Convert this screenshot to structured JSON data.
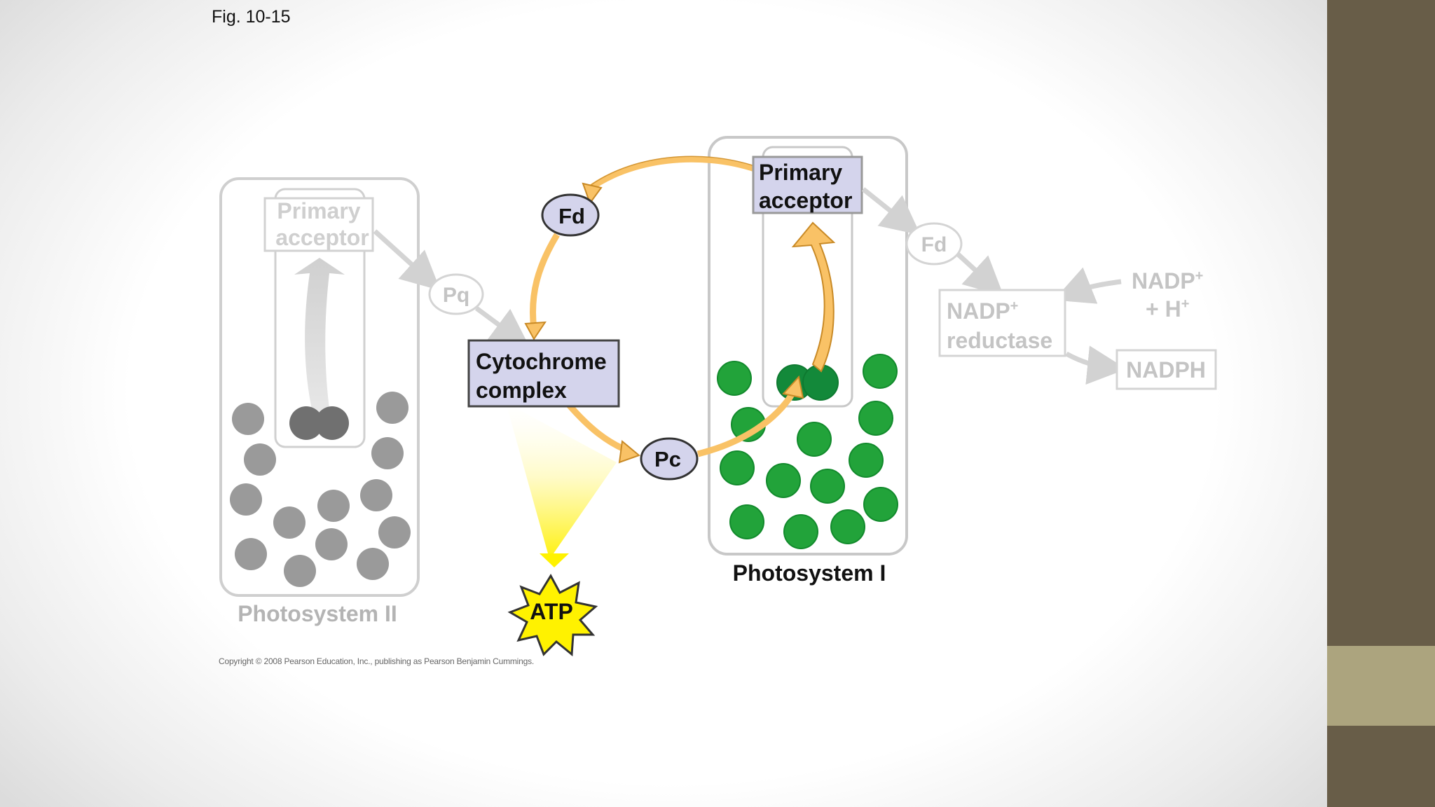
{
  "figure_label": "Fig. 10-15",
  "colors": {
    "rail_dark": "#685d48",
    "rail_light": "#aca47e",
    "accent_orange": "#f9c266",
    "accent_orange_stroke": "#c98a26",
    "pigment_green": "#22a33a",
    "pigment_green_dark": "#10863a",
    "faded_gray": "#c8c8c8",
    "box_fill": "#d4d4ec",
    "atp_yellow": "#fff200"
  },
  "photosystem_ii": {
    "label": "Photosystem II",
    "primary_acceptor": "Primary\nacceptor",
    "primary_acceptor_line1": "Primary",
    "primary_acceptor_line2": "acceptor"
  },
  "carriers": {
    "pq": "Pq",
    "fd_cycle": "Fd",
    "pc": "Pc",
    "fd_linear": "Fd"
  },
  "cytochrome": {
    "line1": "Cytochrome",
    "line2": "complex"
  },
  "photosystem_i": {
    "label": "Photosystem I",
    "primary_acceptor_line1": "Primary",
    "primary_acceptor_line2": "acceptor"
  },
  "nadp_reductase": {
    "line1": "NADP",
    "line1_sup": "+",
    "line2": "reductase"
  },
  "nadp_input": {
    "line1": "NADP",
    "line1_sup": "+",
    "line2": "+ H",
    "line2_sup": "+"
  },
  "nadph": "NADPH",
  "atp": "ATP",
  "copyright": "Copyright © 2008 Pearson Education, Inc., publishing as Pearson Benjamin Cummings."
}
